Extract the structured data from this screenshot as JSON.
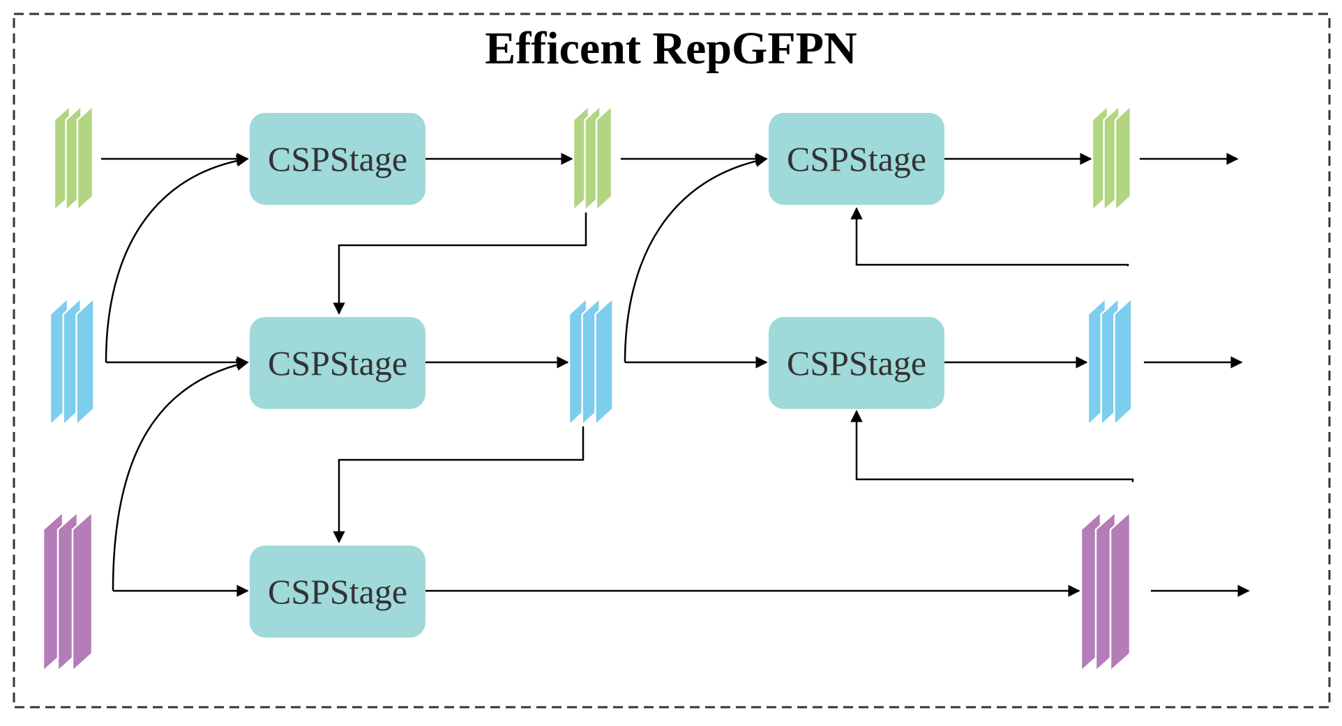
{
  "title": "Efficent RepGFPN",
  "block_label": "CSPStage",
  "colors": {
    "block_fill": "#9fd9d9",
    "level_p3": "#b1d581",
    "level_p4": "#7ccdee",
    "level_p5": "#b47cb8",
    "line": "#000000"
  },
  "blocks": [
    {
      "id": "top-left",
      "label": "CSPStage"
    },
    {
      "id": "mid-left",
      "label": "CSPStage"
    },
    {
      "id": "bot-left",
      "label": "CSPStage"
    },
    {
      "id": "top-right",
      "label": "CSPStage"
    },
    {
      "id": "mid-right",
      "label": "CSPStage"
    }
  ],
  "feature_maps": [
    {
      "id": "in-top",
      "level": "level_p3"
    },
    {
      "id": "in-mid",
      "level": "level_p4"
    },
    {
      "id": "in-bot",
      "level": "level_p5"
    },
    {
      "id": "f-top",
      "level": "level_p3"
    },
    {
      "id": "f-mid",
      "level": "level_p4"
    },
    {
      "id": "out-top",
      "level": "level_p3"
    },
    {
      "id": "out-mid",
      "level": "level_p4"
    },
    {
      "id": "out-bot",
      "level": "level_p5"
    }
  ]
}
